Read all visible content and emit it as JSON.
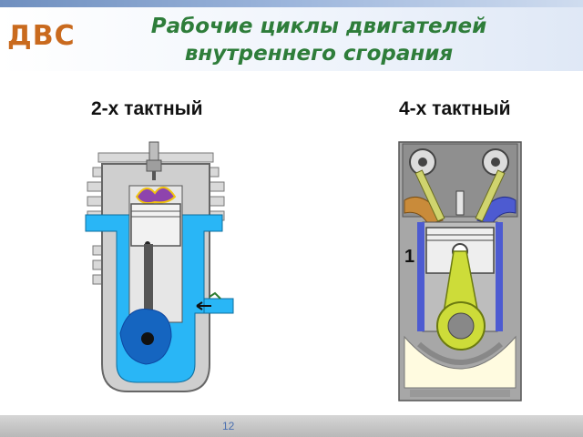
{
  "header": {
    "brand": "ДВС",
    "title": "Рабочие циклы двигателей внутреннего сгорания"
  },
  "labels": {
    "two_stroke": "2-х тактный",
    "four_stroke": "4-х тактный"
  },
  "four_stroke_diagram": {
    "stroke_number": "1"
  },
  "footer": {
    "page_number": "12"
  },
  "colors": {
    "brand": "#c96a1e",
    "title": "#2e7d3a",
    "cylinder_fluid": "#29b6f6",
    "crank": "#1565c0",
    "conrod_4": "#cddc39"
  }
}
